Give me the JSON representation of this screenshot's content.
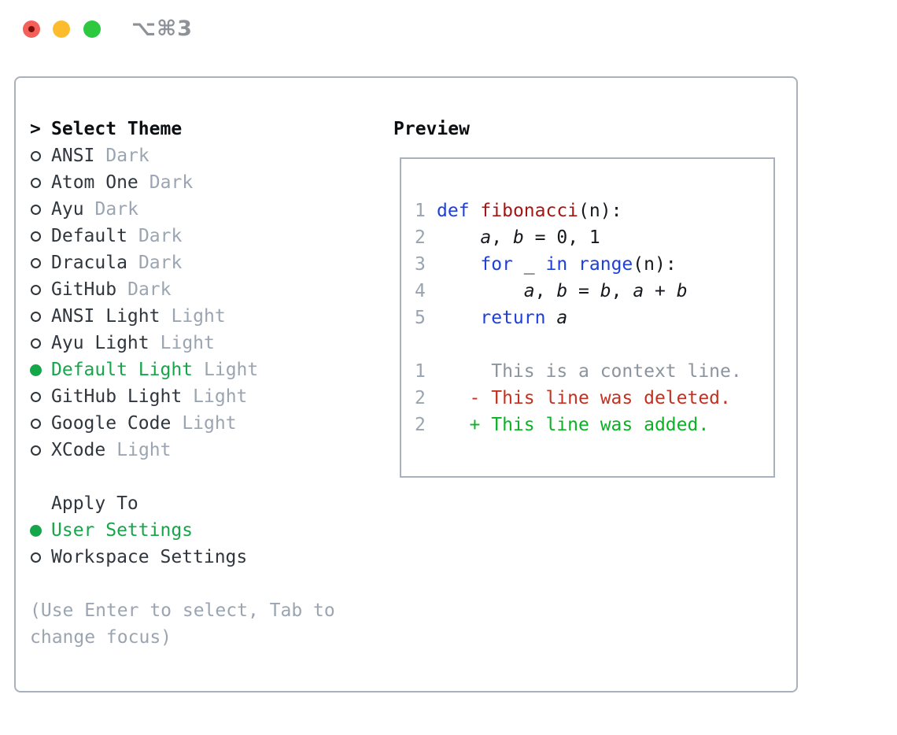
{
  "window": {
    "shortcut": "⌥⌘3",
    "traffic_lights": [
      "close",
      "minimize",
      "zoom"
    ]
  },
  "colors": {
    "accent_green": "#16a64a",
    "keyword_blue": "#1c3fdd",
    "function_red": "#a31616",
    "deleted_red": "#c43120",
    "added_green": "#0ab224",
    "muted_gray": "#9ba5b1",
    "line_number_gray": "#9aa4b0",
    "context_gray": "#8c949d",
    "border_gray": "#a9b1bc"
  },
  "theme_picker": {
    "prompt": ">",
    "header": "Select Theme",
    "themes": [
      {
        "id": "ansi-dark",
        "name": "ANSI",
        "variant": "Dark",
        "selected": false
      },
      {
        "id": "atom-one-dark",
        "name": "Atom One",
        "variant": "Dark",
        "selected": false
      },
      {
        "id": "ayu-dark",
        "name": "Ayu",
        "variant": "Dark",
        "selected": false
      },
      {
        "id": "default-dark",
        "name": "Default",
        "variant": "Dark",
        "selected": false
      },
      {
        "id": "dracula-dark",
        "name": "Dracula",
        "variant": "Dark",
        "selected": false
      },
      {
        "id": "github-dark",
        "name": "GitHub",
        "variant": "Dark",
        "selected": false
      },
      {
        "id": "ansi-light",
        "name": "ANSI Light",
        "variant": "Light",
        "selected": false
      },
      {
        "id": "ayu-light",
        "name": "Ayu Light",
        "variant": "Light",
        "selected": false
      },
      {
        "id": "default-light",
        "name": "Default Light",
        "variant": "Light",
        "selected": true
      },
      {
        "id": "github-light",
        "name": "GitHub Light",
        "variant": "Light",
        "selected": false
      },
      {
        "id": "google-code",
        "name": "Google Code",
        "variant": "Light",
        "selected": false
      },
      {
        "id": "xcode",
        "name": "XCode",
        "variant": "Light",
        "selected": false
      }
    ],
    "apply_to": {
      "header": "Apply To",
      "options": [
        {
          "id": "user-settings",
          "label": "User Settings",
          "selected": true
        },
        {
          "id": "workspace-settings",
          "label": "Workspace Settings",
          "selected": false
        }
      ]
    },
    "hint": {
      "0": "(Use Enter to select, Tab to",
      "1": "change focus)"
    }
  },
  "preview": {
    "label": "Preview",
    "code_lines": [
      {
        "num": "1",
        "tokens": [
          [
            "def",
            "kw"
          ],
          [
            " ",
            "pl"
          ],
          [
            "fibonacci",
            "fn"
          ],
          [
            "(n):",
            "pl"
          ]
        ]
      },
      {
        "num": "2",
        "tokens": [
          [
            "    ",
            "pl"
          ],
          [
            "a",
            "var"
          ],
          [
            ", ",
            "pl"
          ],
          [
            "b",
            "var"
          ],
          [
            " = 0, 1",
            "pl"
          ]
        ]
      },
      {
        "num": "3",
        "tokens": [
          [
            "    ",
            "pl"
          ],
          [
            "for",
            "kw"
          ],
          [
            " _ ",
            "pl"
          ],
          [
            "in",
            "kw"
          ],
          [
            " ",
            "pl"
          ],
          [
            "range",
            "kw"
          ],
          [
            "(n):",
            "pl"
          ]
        ]
      },
      {
        "num": "4",
        "tokens": [
          [
            "        ",
            "pl"
          ],
          [
            "a",
            "var"
          ],
          [
            ", ",
            "pl"
          ],
          [
            "b",
            "var"
          ],
          [
            " = ",
            "pl"
          ],
          [
            "b",
            "var"
          ],
          [
            ", ",
            "pl"
          ],
          [
            "a",
            "var"
          ],
          [
            " + ",
            "pl"
          ],
          [
            "b",
            "var"
          ]
        ]
      },
      {
        "num": "5",
        "tokens": [
          [
            "    ",
            "pl"
          ],
          [
            "return",
            "kw"
          ],
          [
            " ",
            "pl"
          ],
          [
            "a",
            "var"
          ]
        ]
      },
      {
        "num": "",
        "tokens": []
      },
      {
        "num": "1",
        "tokens": [
          [
            "     This is a context line.",
            "ctx"
          ]
        ]
      },
      {
        "num": "2",
        "tokens": [
          [
            "   - This line was deleted.",
            "del"
          ]
        ]
      },
      {
        "num": "2",
        "tokens": [
          [
            "   + This line was added.",
            "add"
          ]
        ]
      }
    ]
  }
}
